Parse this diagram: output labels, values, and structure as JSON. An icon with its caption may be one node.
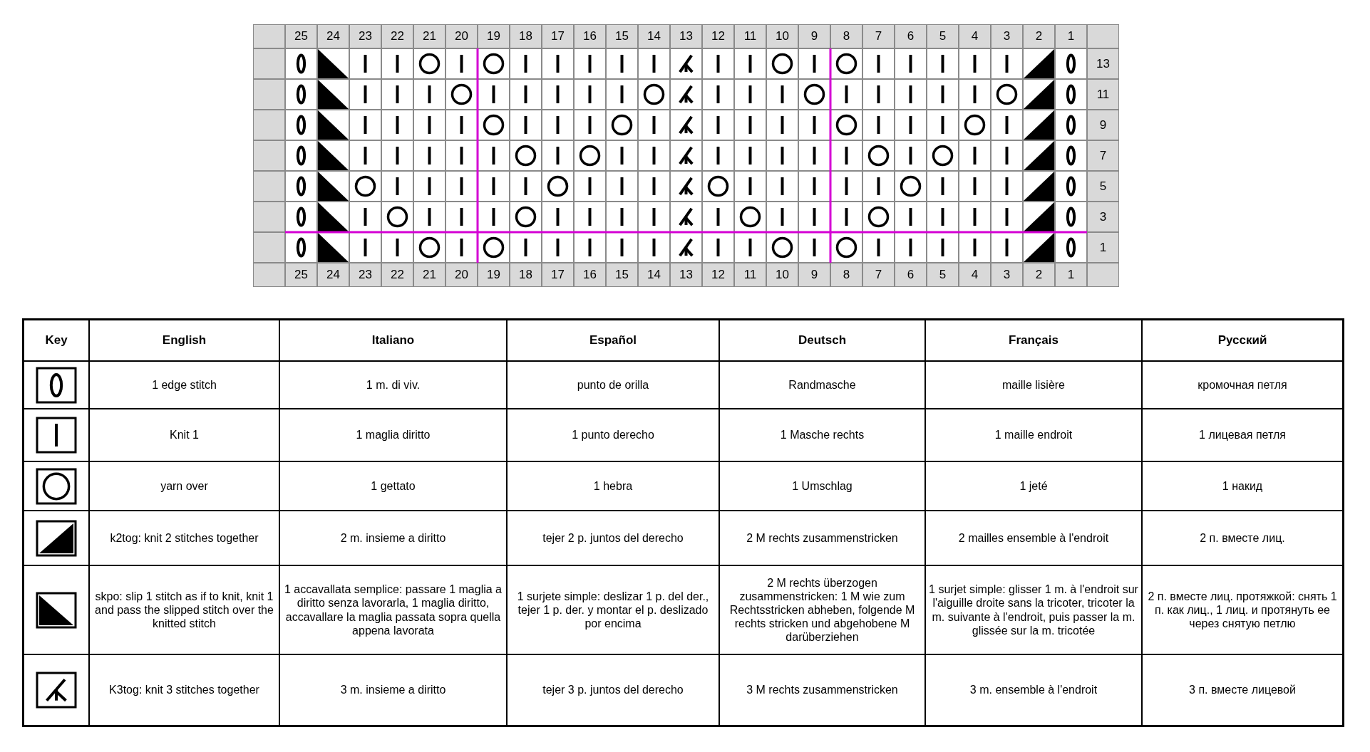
{
  "diagram": {
    "labels": [
      "25",
      "24",
      "23",
      "22",
      "21",
      "20",
      "19",
      "18",
      "17",
      "16",
      "15",
      "14",
      "13",
      "12",
      "11",
      "10",
      "9",
      "8",
      "7",
      "6",
      "5",
      "4",
      "3",
      "2",
      "1",
      "13",
      "11",
      "9",
      "7",
      "5",
      "3",
      "1",
      "25",
      "24",
      "23",
      "22",
      "21",
      "20",
      "19",
      "18",
      "17",
      "16",
      "15",
      "14",
      "13",
      "12",
      "11",
      "10",
      "9",
      "8",
      "7",
      "6",
      "5",
      "4",
      "3",
      "2",
      "1",
      "Key",
      "English",
      "Italiano",
      "Español",
      "Deutsch",
      "Français",
      "Русский",
      "1 edge stitch",
      "1 m. di viv.",
      "punto de orilla",
      "Randmasche",
      "maille lisière",
      "кромочная петля",
      "Knit 1",
      "1 maglia diritto",
      "1 punto derecho",
      "1 Masche rechts",
      "1 maille endroit",
      "1 лицевая петля",
      "yarn over",
      "1 gettato",
      "1 hebra",
      "1 Umschlag",
      "1 jeté",
      "1 накид",
      "k2tog: knit 2 stitches together",
      "2 m. insieme a diritto",
      "tejer 2 p. juntos del derecho",
      "2 M rechts zusammenstricken",
      "2 mailles ensemble à l'endroit",
      "2 п. вместе лиц.",
      "skpo: slip 1 stitch as if to knit, knit 1 and pass the slipped stitch over the knitted stitch",
      "1 accavallata semplice: passare 1 maglia a diritto senza lavorarla, 1 maglia diritto, accavallare la maglia passata sopra quella appena lavorata",
      "1 surjete simple: deslizar 1 p. del der., tejer 1 p. der. y montar el p. deslizado por encima",
      "2 M rechts überzogen zusammenstricken: 1 M wie zum Rechtsstricken abheben, folgende M rechts stricken und abgehobene M darüberziehen",
      "1 surjet simple: glisser 1 m. à l'endroit sur l'aiguille droite sans la tricoter, tricoter la m. suivante à l'endroit, puis passer la m. glissée sur la m. tricotée",
      "2 п. вместе лиц. протяжкой: снять 1 п. как лиц., 1 лиц. и протянуть ее через снятую петлю",
      "K3tog: knit 3 stitches together",
      "3 m. insieme a diritto",
      "tejer 3 p. juntos del derecho",
      "3 M rechts zusammenstricken",
      "3 m. ensemble à l'endroit",
      "3 п. вместе лицевой"
    ]
  }
}
